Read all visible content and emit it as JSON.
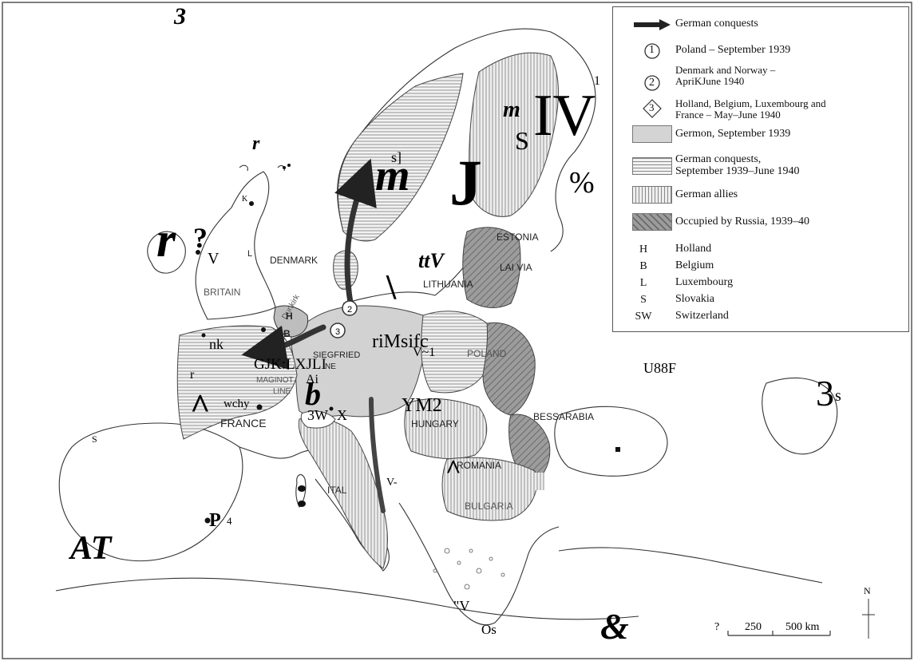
{
  "legend": {
    "conquests_arrow": "German conquests",
    "campaigns": [
      {
        "marker": "1",
        "text": "Poland – September 1939"
      },
      {
        "marker": "2",
        "text": "Denmark and Norway –\nApriKJune 1940"
      },
      {
        "marker": "3",
        "text": "Holland, Belgium, Luxembourg and\nFrance – May–June 1940"
      }
    ],
    "areas": [
      {
        "text": "Germon, September 1939",
        "fill": "#d4d4d4"
      },
      {
        "text": "German conquests,\nSeptember 1939–June 1940",
        "fill": "stripes-h"
      },
      {
        "text": "German allies",
        "fill": "stripes-v"
      },
      {
        "text": "Occupied by Russia, 1939–40",
        "fill": "stripes-d"
      }
    ],
    "abbreviations": [
      {
        "abbr": "H",
        "name": "Holland"
      },
      {
        "abbr": "B",
        "name": "Belgium"
      },
      {
        "abbr": "L",
        "name": "Luxembourg"
      },
      {
        "abbr": "S",
        "name": "Slovakia"
      },
      {
        "abbr": "SW",
        "name": "Switzerland"
      }
    ]
  },
  "places": {
    "denmark": "DENMARK",
    "britain": "BRITAIN",
    "dunkirk": "Dunkirk",
    "estonia": "ESTONIA",
    "latvia": "LAI VIA",
    "lithuania": "LITHUANIA",
    "poland": "POLAND",
    "hungary": "HUNGARY",
    "romania": "ROMANIA",
    "bulgaria": "BULGARIA",
    "bessarabia": "BESSARABIA",
    "italy": "ITAL",
    "france": "FRANCE",
    "siegfried": "SIEGFRIED",
    "siegfried_ne": "NE",
    "maginot": "MAGINOT",
    "maginot_line": "LINE",
    "holland": "H",
    "belgium": "B",
    "luxembourg": "L"
  },
  "stray": {
    "t3": "3",
    "r1": "r",
    "iv": "IV",
    "m1": "m",
    "s1": "S",
    "pct": "%",
    "j": "J",
    "one": "1",
    "m2": "m",
    "s2": "s]",
    "r2": "r",
    "q": "?",
    "v1": "V",
    "k": "K",
    "l": "L",
    "ttv": "ttV",
    "nk": "nk",
    "r3": "r",
    "wchy": "wchy",
    "gjk": "GJK:LXJLI",
    "rims": "riMsifc",
    "v2": "V~1",
    "ym2": "YM2",
    "b": "b",
    "w3": "3W",
    "x": "X",
    "u88f": "U88F",
    "three_s": "3",
    "small_s": "s",
    "s_left": "S",
    "p4": "P",
    "p4b": "4",
    "at": "AT",
    "v3": "V-",
    "qv": "\"V",
    "os": "Os",
    "amp": "&",
    "ai": "Ai",
    "caret1": "^",
    "caret2": "^",
    "backslash": "\\"
  },
  "scale": {
    "q": "?",
    "label_250": "250",
    "label_500": "500 km"
  },
  "north": "N"
}
